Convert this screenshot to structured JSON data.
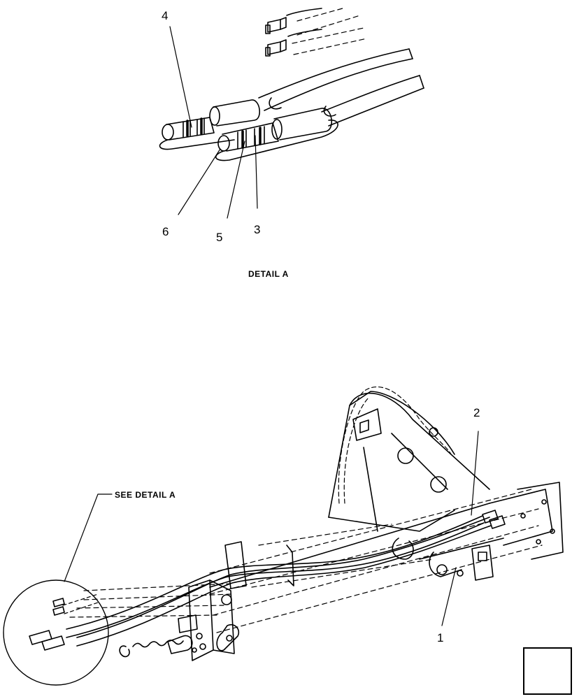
{
  "detail": {
    "caption": "DETAIL A",
    "callouts": {
      "c4": "4",
      "c6": "6",
      "c5": "5",
      "c3": "3"
    }
  },
  "main": {
    "see_detail": "SEE DETAIL A",
    "callouts": {
      "c2": "2",
      "c1": "1"
    }
  },
  "nav": {
    "icon": "arrow-bottom-left-icon"
  }
}
